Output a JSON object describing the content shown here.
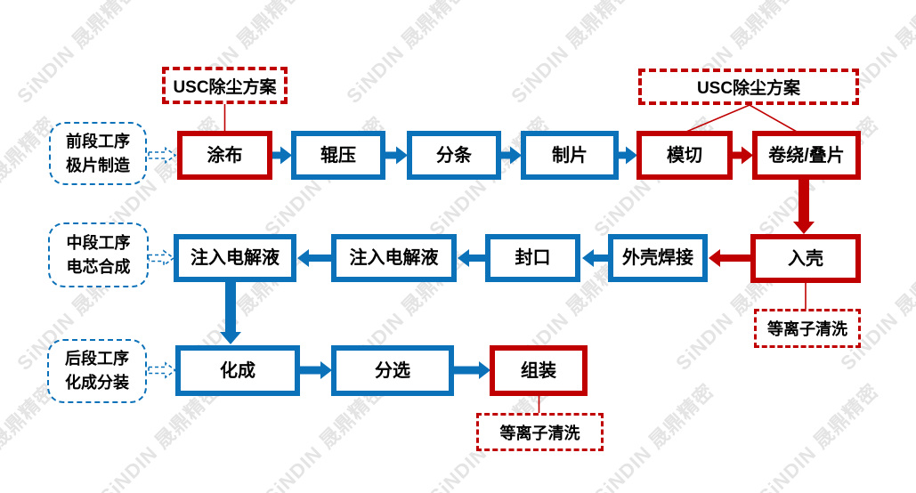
{
  "colors": {
    "red": "#c00000",
    "blue": "#0b71b8",
    "watermark": "#e4e4e4"
  },
  "watermark": {
    "text": "SiNDIN 晟鼎精密"
  },
  "stages": [
    {
      "line1": "前段工序",
      "line2": "极片制造"
    },
    {
      "line1": "中段工序",
      "line2": "电芯合成"
    },
    {
      "line1": "后段工序",
      "line2": "化成分装"
    }
  ],
  "annotations": {
    "usc1": "USC除尘方案",
    "usc2": "USC除尘方案",
    "plasma1": "等离子清洗",
    "plasma2": "等离子清洗"
  },
  "process": {
    "row1": [
      "涂布",
      "辊压",
      "分条",
      "制片",
      "模切",
      "卷绕/叠片"
    ],
    "row2": [
      "注入电解液",
      "注入电解液",
      "封口",
      "外壳焊接",
      "入壳"
    ],
    "row3": [
      "化成",
      "分选",
      "组装"
    ]
  }
}
